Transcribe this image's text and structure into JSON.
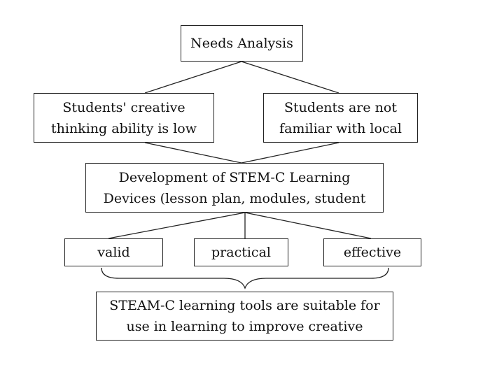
{
  "diagram": {
    "needs_analysis": "Needs Analysis",
    "problem_left": {
      "line1": "Students' creative",
      "line2": "thinking ability is low"
    },
    "problem_right": {
      "line1": "Students are not",
      "line2": "familiar with local"
    },
    "development": {
      "line1": "Development of STEM-C Learning",
      "line2": "Devices (lesson plan, modules, student"
    },
    "criteria": [
      "valid",
      "practical",
      "effective"
    ],
    "conclusion": {
      "line1": "STEAM-C learning tools are suitable for",
      "line2": "use in learning to improve creative"
    }
  }
}
